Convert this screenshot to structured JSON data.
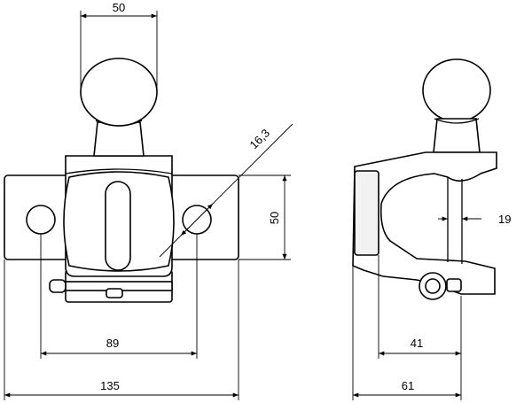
{
  "front_view": {
    "dim_ball_width": "50",
    "dim_hole_diameter": "16,3",
    "dim_plate_height": "50",
    "dim_hole_spacing": "89",
    "dim_plate_width": "135"
  },
  "side_view": {
    "dim_post_width": "19",
    "dim_body_depth": "41",
    "dim_total_depth": "61"
  }
}
